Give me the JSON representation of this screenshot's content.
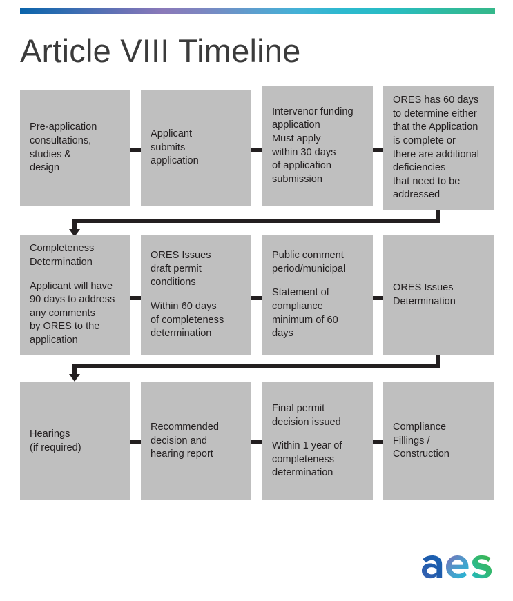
{
  "header": {
    "title": "Article VIII Timeline",
    "accent_gradient": [
      "#0a64ab",
      "#8a79b9",
      "#45b0d6",
      "#2cb9cf",
      "#35b88a"
    ]
  },
  "theme": {
    "box_fill": "#bfbfbf",
    "text_color": "#231f20",
    "connector_color": "#231f20",
    "title_color": "#3b3b3b",
    "background": "#ffffff"
  },
  "flow": {
    "rows": [
      {
        "row_index": 1,
        "boxes": [
          {
            "id": "pre-application",
            "paragraphs": [
              "Pre-application\nconsultations,\nstudies &\ndesign"
            ]
          },
          {
            "id": "applicant-submits",
            "paragraphs": [
              "Applicant\nsubmits\napplication"
            ]
          },
          {
            "id": "intervenor-funding",
            "paragraphs": [
              "Intervenor funding\napplication\nMust apply\nwithin 30 days\nof application\nsubmission"
            ]
          },
          {
            "id": "ores-60-days",
            "paragraphs": [
              "ORES has 60 days\nto determine either\nthat the Application\nis complete or\nthere are additional\ndeficiencies\nthat need to be\naddressed"
            ]
          }
        ]
      },
      {
        "row_index": 2,
        "boxes": [
          {
            "id": "completeness-determination",
            "paragraphs": [
              "Completeness\nDetermination",
              "Applicant will have\n90 days to address\nany comments\nby ORES to the\napplication"
            ]
          },
          {
            "id": "ores-draft-permit",
            "paragraphs": [
              "ORES Issues\ndraft permit\nconditions",
              "Within 60 days\nof completeness\ndetermination"
            ]
          },
          {
            "id": "public-comment",
            "paragraphs": [
              "Public comment\nperiod/municipal",
              "Statement of\ncompliance\nminimum of 60\ndays"
            ]
          },
          {
            "id": "ores-determination",
            "paragraphs": [
              "ORES Issues\nDetermination"
            ]
          }
        ]
      },
      {
        "row_index": 3,
        "boxes": [
          {
            "id": "hearings",
            "paragraphs": [
              "Hearings\n(if required)"
            ]
          },
          {
            "id": "recommended-decision",
            "paragraphs": [
              "Recommended\ndecision and\nhearing report"
            ]
          },
          {
            "id": "final-permit-decision",
            "paragraphs": [
              "Final permit\ndecision issued",
              "Within 1 year of\ncompleteness\ndetermination"
            ]
          },
          {
            "id": "compliance-fillings",
            "paragraphs": [
              "Compliance\nFillings /\nConstruction"
            ]
          }
        ]
      }
    ]
  },
  "logo": {
    "name": "aes-logo",
    "text": "aes",
    "colors": [
      "#1d5bab",
      "#7a6fb8",
      "#2bb5cd",
      "#3cb44a"
    ]
  }
}
